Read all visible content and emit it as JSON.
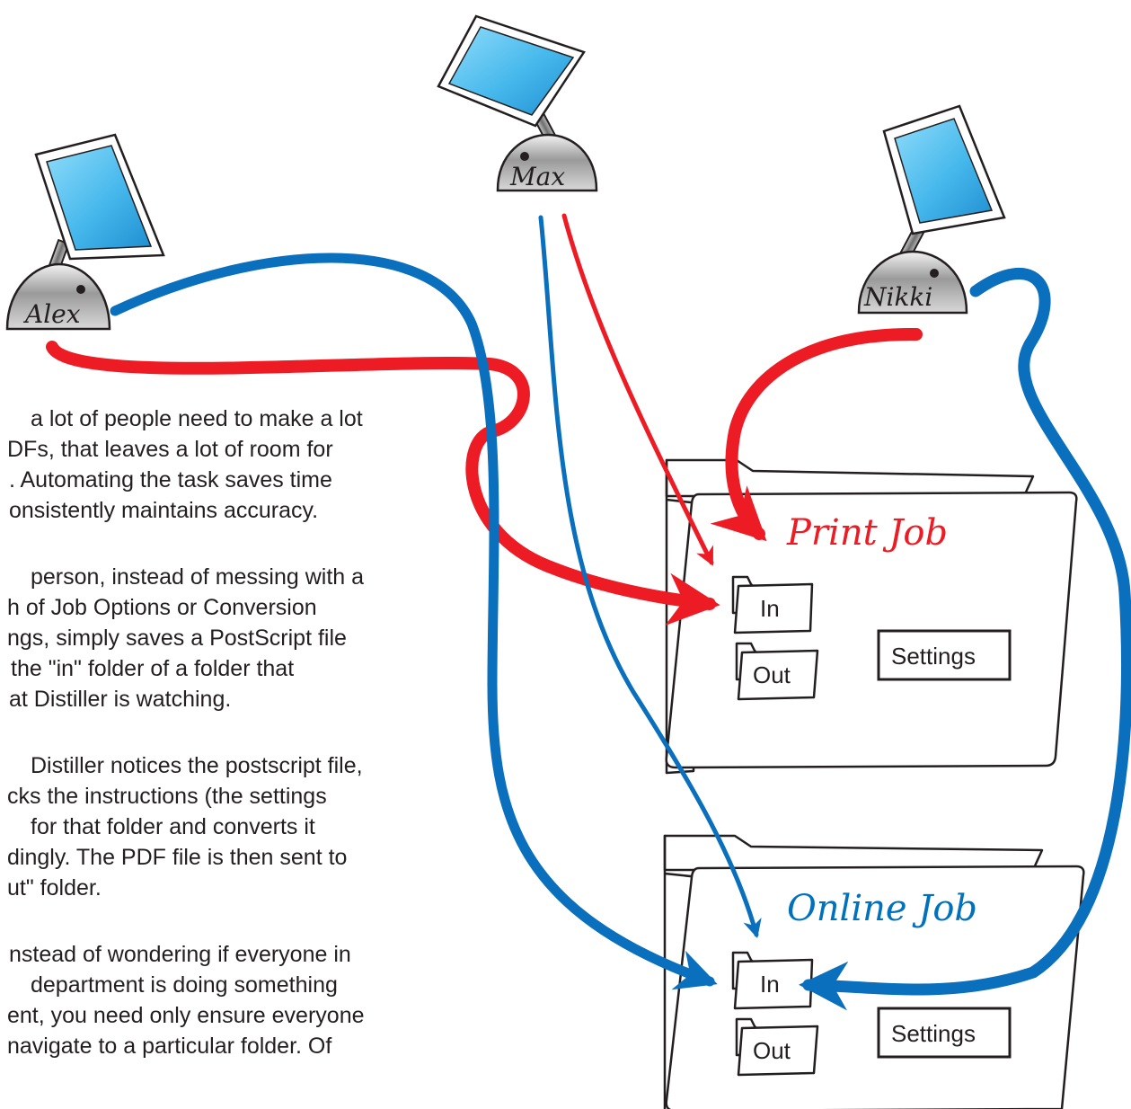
{
  "body_text": {
    "lines": [
      "a lot of people need to make a lot",
      "DFs, that leaves a lot of room for",
      ". Automating the task saves time",
      "onsistently maintains accuracy.",
      "person, instead of messing with a",
      "h of Job Options or Conversion",
      "ngs, simply saves a PostScript file",
      "the \"in\" folder of a folder that",
      "at Distiller is watching.",
      "Distiller notices the postscript file,",
      "cks the instructions (the settings",
      "for that folder and converts it",
      "dingly. The PDF file is then sent to",
      "ut\" folder.",
      "nstead of wondering if everyone in",
      "department is doing something",
      "ent, you need only ensure everyone",
      "navigate to a particular folder. Of"
    ]
  },
  "computers": [
    {
      "id": "alex",
      "name": "Alex"
    },
    {
      "id": "max",
      "name": "Max"
    },
    {
      "id": "nikki",
      "name": "Nikki"
    }
  ],
  "folders": [
    {
      "id": "print",
      "title": "Print Job",
      "title_color": "#ed1c24",
      "in_label": "In",
      "out_label": "Out",
      "settings_label": "Settings"
    },
    {
      "id": "online",
      "title": "Online Job",
      "title_color": "#0071bc",
      "in_label": "In",
      "out_label": "Out",
      "settings_label": "Settings"
    }
  ],
  "colors": {
    "red_flow": "#ed1c24",
    "blue_flow": "#0a6fbd",
    "screen_blue": "#46b8ec",
    "ink": "#231f20"
  }
}
